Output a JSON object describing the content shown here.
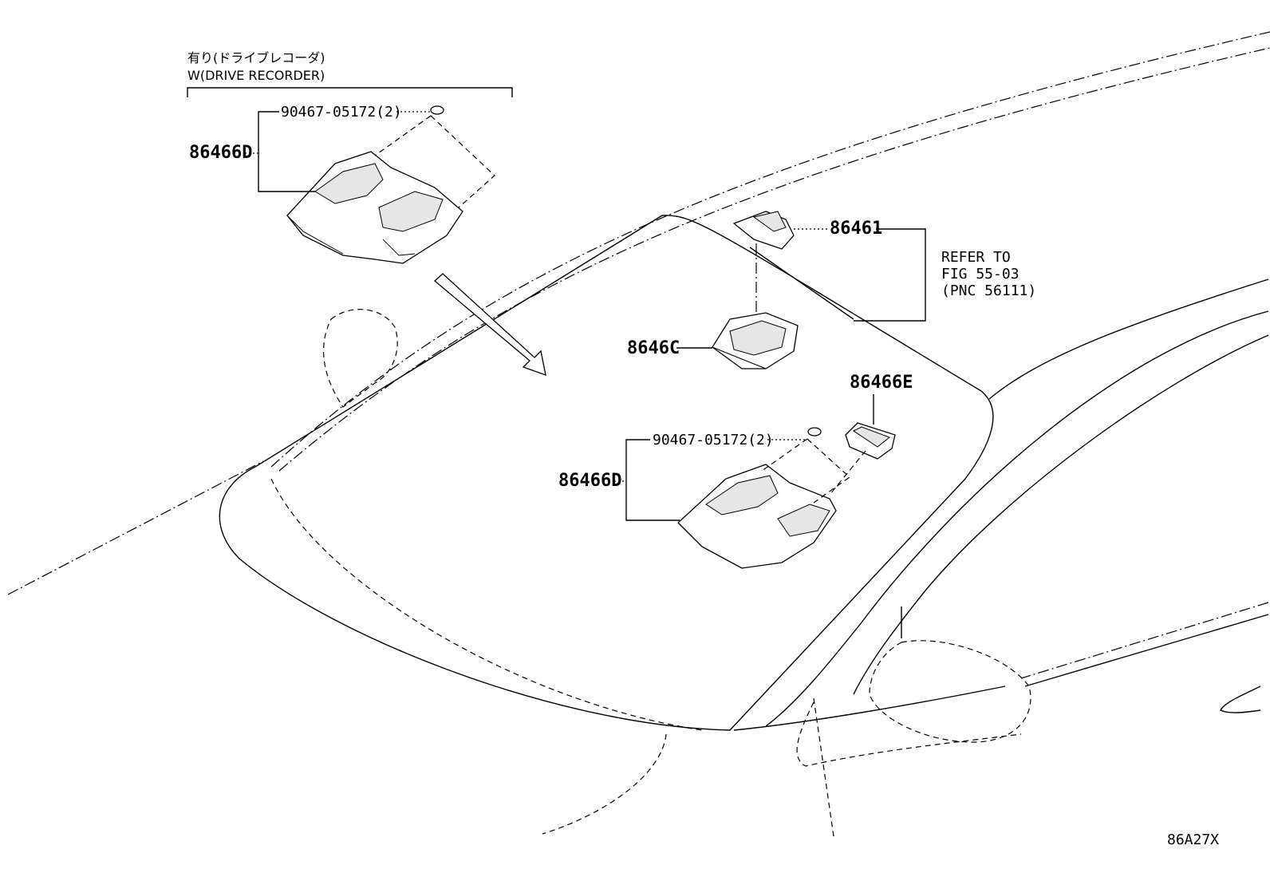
{
  "drive_recorder_group": {
    "jp_label": "有り(ドライブレコーダ)",
    "en_label": "W(DRIVE RECORDER)"
  },
  "callouts": {
    "bolt_top": "90467-05172(2)",
    "cover_top": "86466D",
    "part_86461": "86461",
    "refer_1": "REFER TO",
    "refer_2": "FIG 55-03",
    "refer_3": "(PNC 56111)",
    "part_8646c": "8646C",
    "part_86466e": "86466E",
    "bolt_bottom": "90467-05172(2)",
    "cover_bottom": "86466D"
  },
  "figure_code": "86A27X"
}
